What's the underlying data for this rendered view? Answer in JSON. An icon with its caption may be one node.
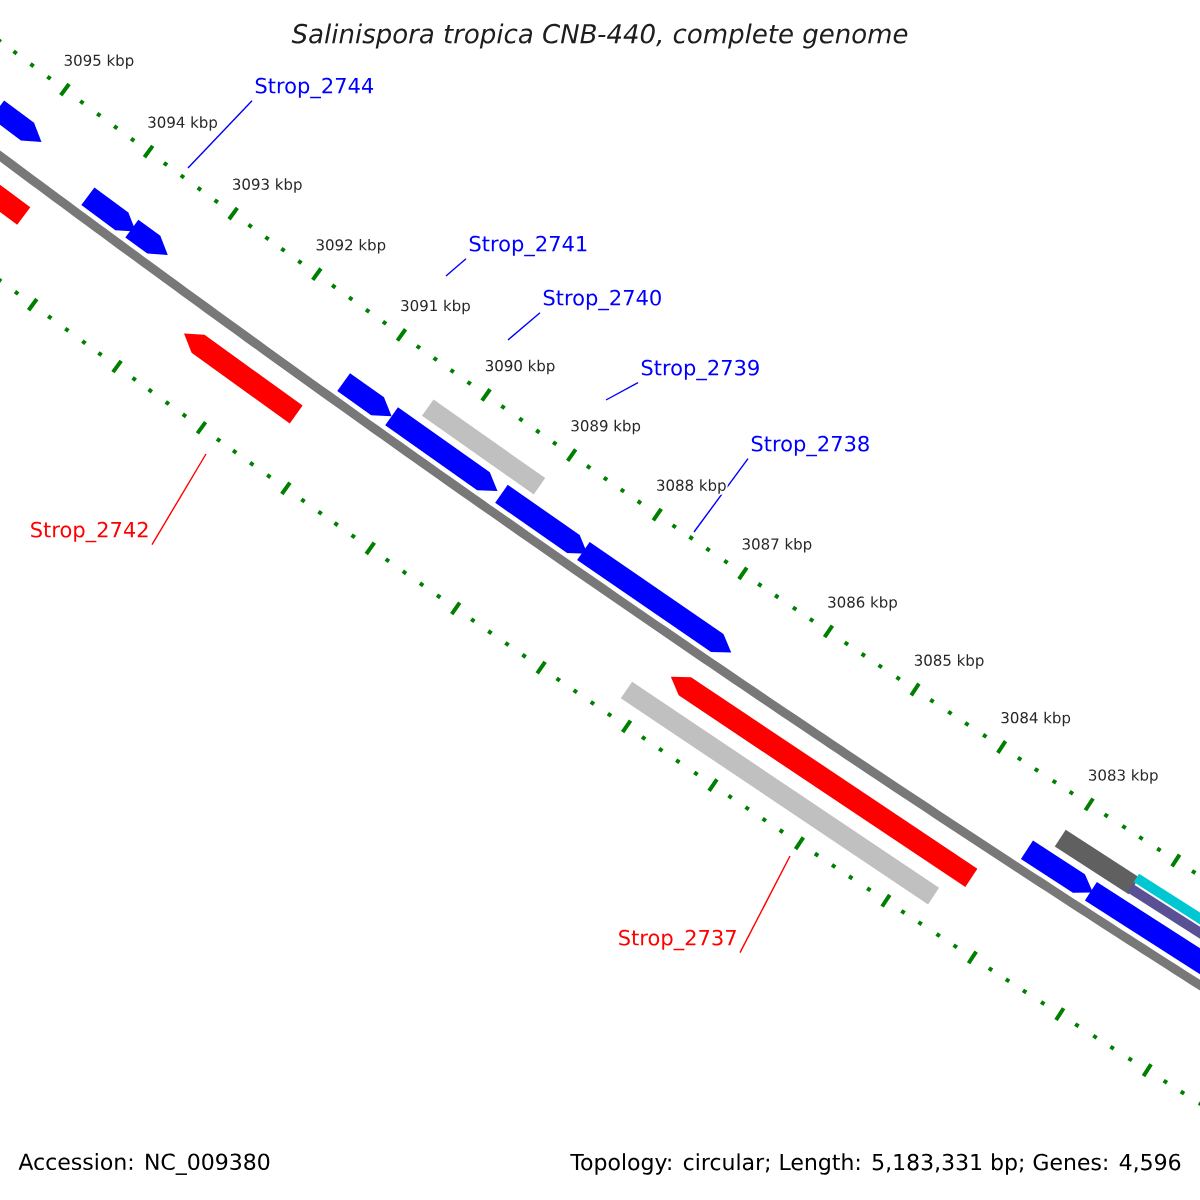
{
  "diagram": {
    "title": "Salinispora tropica CNB-440, complete genome",
    "nodes": [
      {
        "text": [
          "Strop_2744"
        ]
      },
      {
        "text": [
          "Strop_2741"
        ]
      },
      {
        "text": [
          "Strop_2740"
        ]
      },
      {
        "text": [
          "Strop_2739"
        ]
      },
      {
        "text": [
          "Strop_2738"
        ]
      },
      {
        "text": [
          "Strop_2742"
        ]
      },
      {
        "text": [
          "Strop_2737"
        ]
      }
    ],
    "edges": [
      {
        "from": 0,
        "to": null,
        "arrow": "none"
      },
      {
        "from": 1,
        "to": null,
        "arrow": "none"
      },
      {
        "from": 2,
        "to": null,
        "arrow": "none"
      },
      {
        "from": 3,
        "to": null,
        "arrow": "none"
      },
      {
        "from": 4,
        "to": null,
        "arrow": "none"
      },
      {
        "from": 5,
        "to": null,
        "arrow": "none",
        "color": "#ff0000"
      },
      {
        "from": 6,
        "to": null,
        "arrow": "none",
        "color": "#ff0000"
      }
    ],
    "labels": [
      "3095 kbp",
      "3094 kbp",
      "3093 kbp",
      "3092 kbp",
      "3091 kbp",
      "3090 kbp",
      "3089 kbp",
      "3088 kbp",
      "3087 kbp",
      "3086 kbp",
      "3085 kbp",
      "3084 kbp",
      "3083 kbp",
      "Accession: NC_009380",
      "Topology: circular; Length: 5,183,331 bp; Genes: 4,596"
    ]
  }
}
